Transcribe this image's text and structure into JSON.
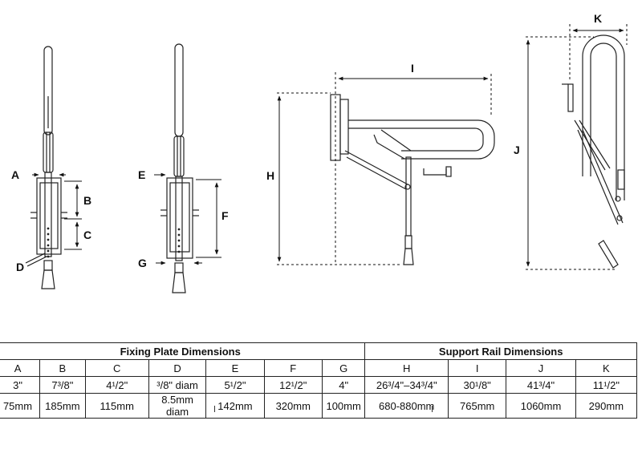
{
  "labels": {
    "A": "A",
    "B": "B",
    "C": "C",
    "D": "D",
    "E": "E",
    "F": "F",
    "G": "G",
    "H": "H",
    "I": "I",
    "J": "J",
    "K": "K"
  },
  "table": {
    "fixing_title": "Fixing Plate Dimensions",
    "support_title": "Support Rail Dimensions",
    "columns": [
      "A",
      "B",
      "C",
      "D",
      "E",
      "F",
      "G",
      "H",
      "I",
      "J",
      "K"
    ],
    "imperial": [
      "3\"",
      "7³/8\"",
      "4¹/2\"",
      "³/8\" diam",
      "5¹/2\"",
      "12¹/2\"",
      "4\"",
      "26³/4\"–34³/4\"",
      "30¹/8\"",
      "41³/4\"",
      "11¹/2\""
    ],
    "metric": [
      "75mm",
      "185mm",
      "115mm",
      "8.5mm diam",
      "142mm",
      "320mm",
      "100mm",
      "680-880mm",
      "765mm",
      "1060mm",
      "290mm"
    ]
  }
}
